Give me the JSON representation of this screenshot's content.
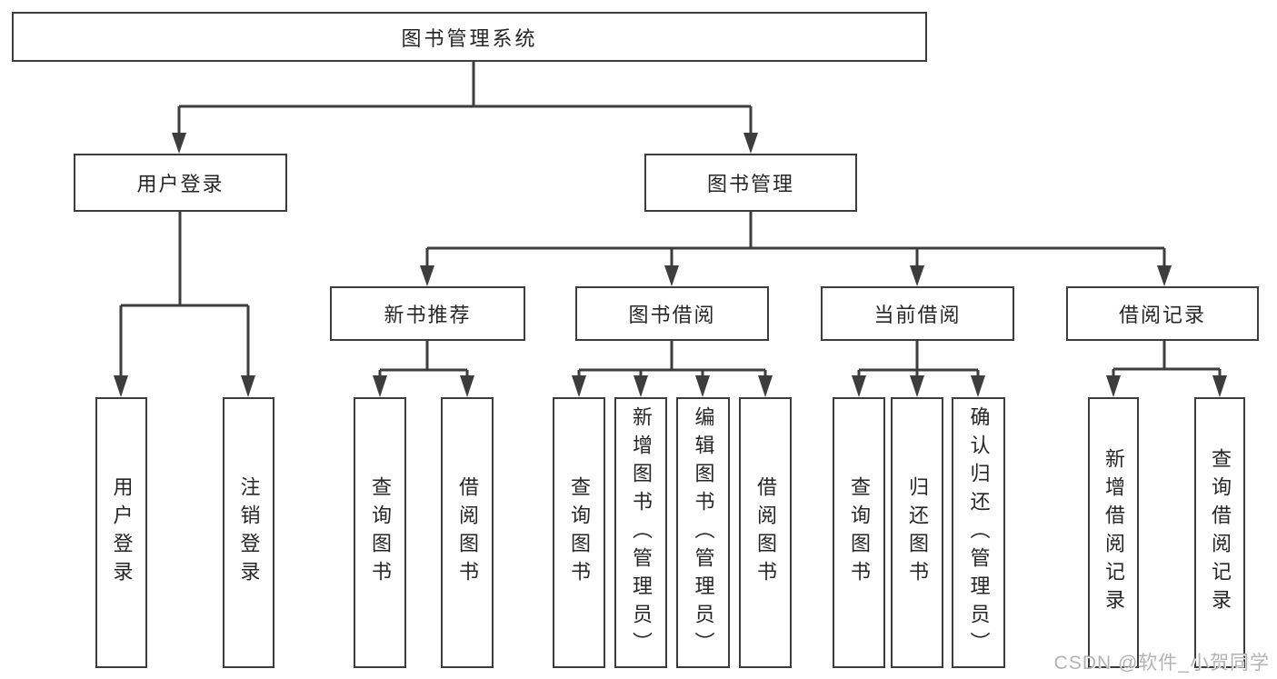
{
  "tree": {
    "root": {
      "label": "图书管理系统",
      "children": [
        {
          "label": "用户登录",
          "children": [
            {
              "label": "用户登录"
            },
            {
              "label": "注销登录"
            }
          ]
        },
        {
          "label": "图书管理",
          "children": [
            {
              "label": "新书推荐",
              "children": [
                {
                  "label": "查询图书"
                },
                {
                  "label": "借阅图书"
                }
              ]
            },
            {
              "label": "图书借阅",
              "children": [
                {
                  "label": "查询图书"
                },
                {
                  "label": "新增图书（管理员）"
                },
                {
                  "label": "编辑图书（管理员）"
                },
                {
                  "label": "借阅图书"
                }
              ]
            },
            {
              "label": "当前借阅",
              "children": [
                {
                  "label": "查询图书"
                },
                {
                  "label": "归还图书"
                },
                {
                  "label": "确认归还（管理员）"
                }
              ]
            },
            {
              "label": "借阅记录",
              "children": [
                {
                  "label": "新增借阅记录"
                },
                {
                  "label": "查询借阅记录"
                }
              ]
            }
          ]
        }
      ]
    }
  },
  "watermark": {
    "text": "CSDN @软件_小贺同学"
  },
  "colors": {
    "line": "#3d3d3d",
    "text": "#262626",
    "box_background": "#ffffff",
    "watermark": "#b3b3b3"
  }
}
